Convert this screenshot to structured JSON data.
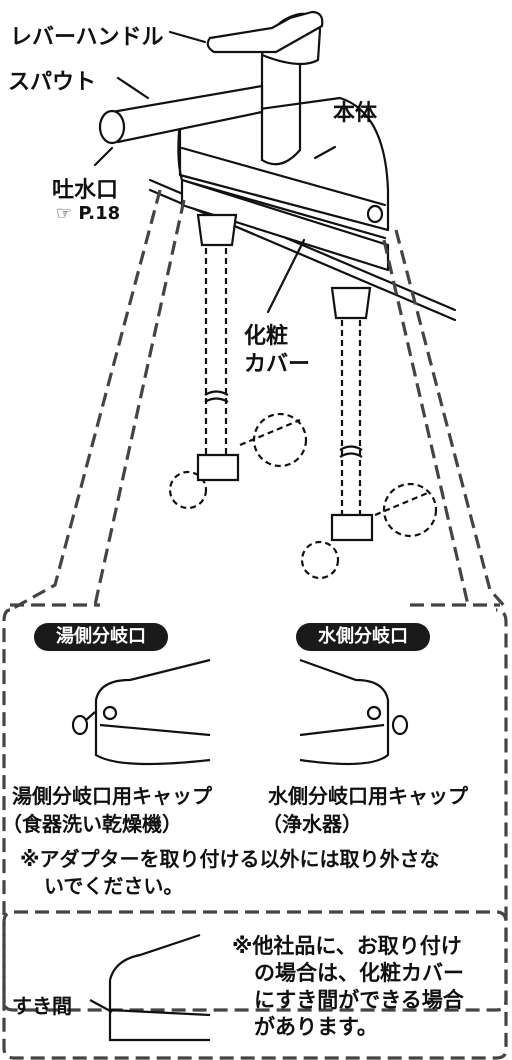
{
  "labels": {
    "lever_handle": "レバーハンドル",
    "spout": "スパウト",
    "body": "本体",
    "spout_outlet": "吐水口",
    "page_ref": "P.18",
    "decorative_cover_line1": "化粧",
    "decorative_cover_line2": "カバー"
  },
  "branch_box": {
    "hot_badge": "湯側分岐口",
    "cold_badge": "水側分岐口",
    "hot_cap_line1": "湯側分岐口用キャップ",
    "hot_cap_line2": "（食器洗い乾燥機）",
    "cold_cap_line1": "水側分岐口用キャップ",
    "cold_cap_line2": "（浄水器）",
    "note_line1": "※アダプターを取り付ける以外には取り外さな",
    "note_line2": "いでください。"
  },
  "gap_box": {
    "gap_label": "すき間",
    "note_line1": "※他社品に、お取り付け",
    "note_line2": "の場合は、化粧カバー",
    "note_line3": "にすき間ができる場合",
    "note_line4": "があります。"
  }
}
